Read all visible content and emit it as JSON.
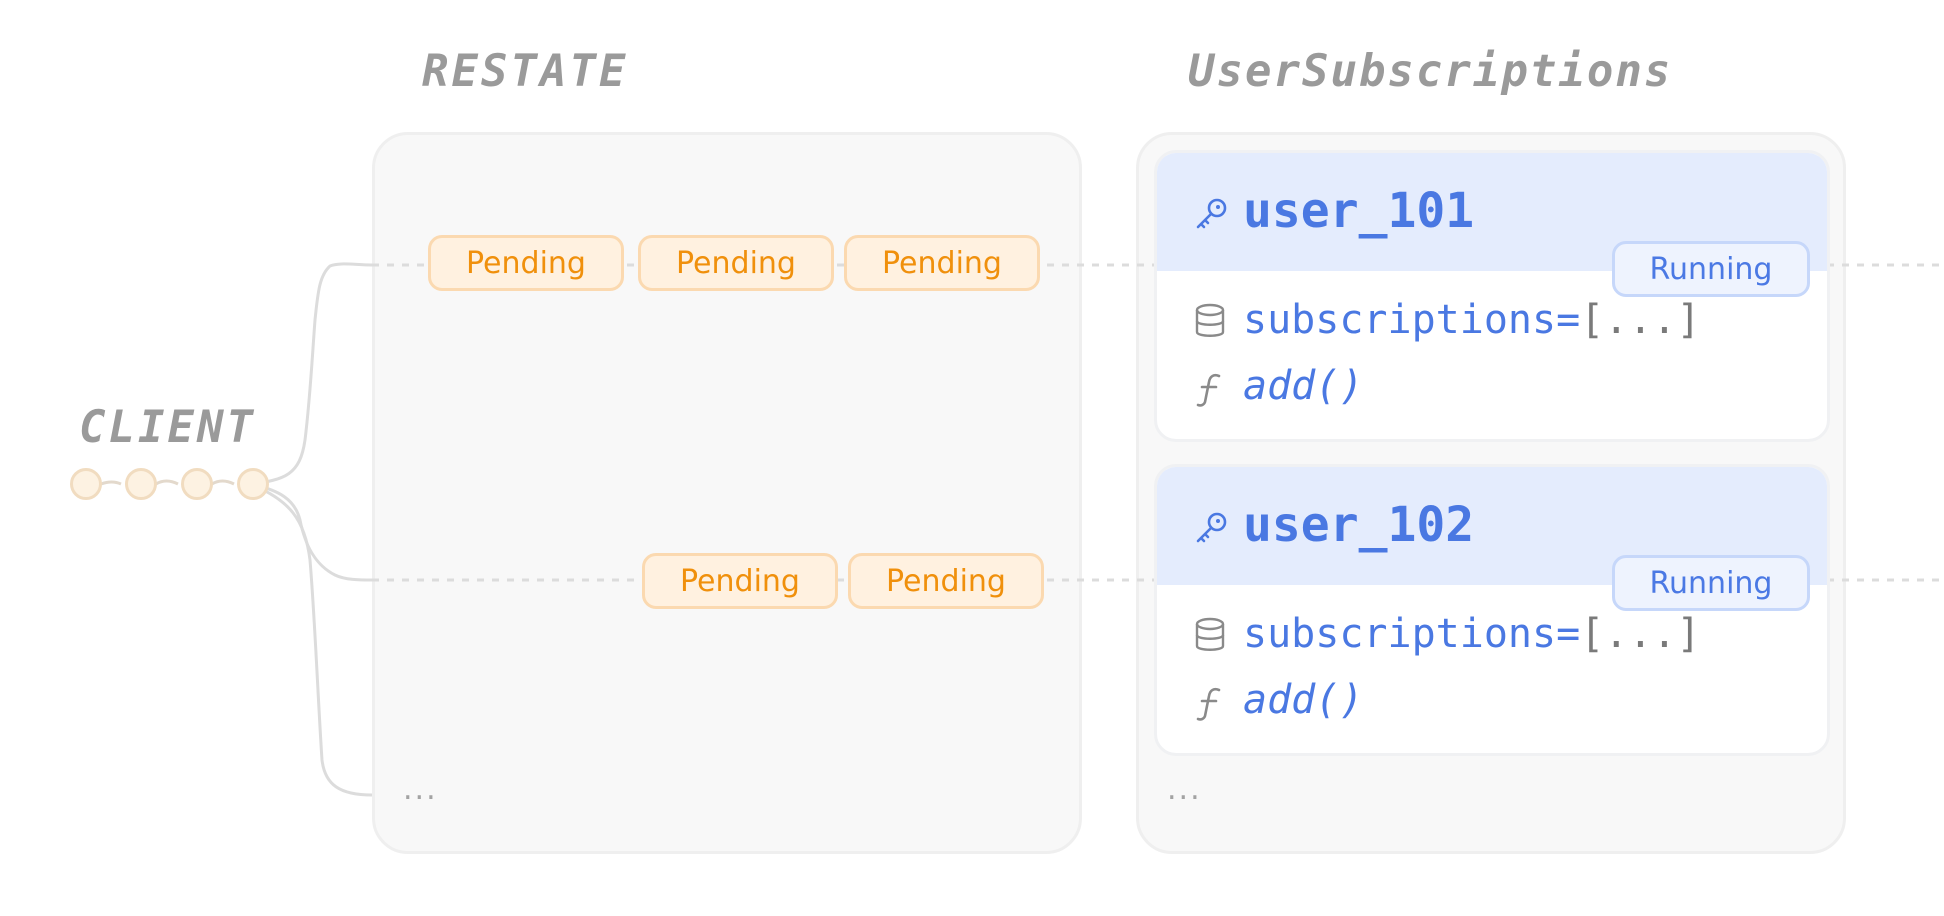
{
  "titles": {
    "restate": "RESTATE",
    "service": "UserSubscriptions",
    "client": "CLIENT"
  },
  "queues": [
    {
      "pills": [
        "Pending",
        "Pending",
        "Pending"
      ]
    },
    {
      "pills": [
        "Pending",
        "Pending"
      ]
    }
  ],
  "restate_more": "...",
  "service_more": "...",
  "cards": [
    {
      "key": "user_101",
      "status": "Running",
      "state_name": "subscriptions=",
      "state_value": "[...]",
      "handler": "add()"
    },
    {
      "key": "user_102",
      "status": "Running",
      "state_name": "subscriptions=",
      "state_value": "[...]",
      "handler": "add()"
    }
  ],
  "icons": {
    "key": "key-icon",
    "state": "database-icon",
    "handler": "function-icon"
  },
  "colors": {
    "pending_text": "#f0900c",
    "pending_fill": "#fff1e0",
    "running_text": "#4b79e4",
    "key_blue": "#4a78e2",
    "panel_bg": "#f8f8f8",
    "title_gray": "#9a9a9a"
  }
}
